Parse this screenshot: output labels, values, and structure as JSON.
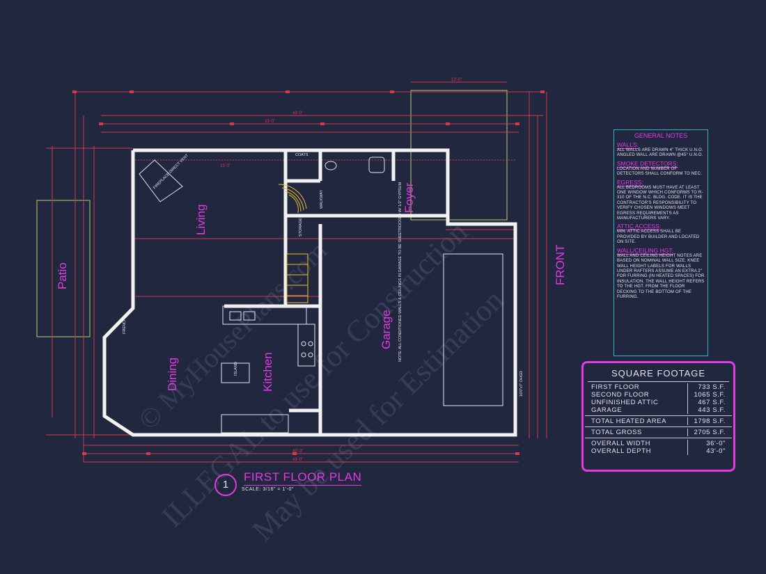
{
  "rooms": {
    "living": "Living",
    "dining": "Dining",
    "kitchen": "Kitchen",
    "garage": "Garage",
    "foyer": "Foyer",
    "patio": "Patio",
    "front": "FRONT"
  },
  "labels": {
    "coats": "COATS",
    "storage": "STORAGE",
    "walkway": "WALKWAY",
    "island": "ISLAND",
    "fireplace": "FIREPLACE DIRECT VENT",
    "garage_door": "16'0\"x7' OHGD",
    "garage_note": "NOTE: ALL CONDITIONED WALLS & CEILINGS IN GARAGE TO BE SHEETROCKED W/ 1/2\" GYPSUM",
    "french": "FRENCH"
  },
  "dimensions": {
    "top_overall": "43'-0\"",
    "top_row2": "33'-0\"",
    "top_right": "13'-0\"",
    "bottom_overall": "43'-0\"",
    "bottom_row": "40'-0\"",
    "left_dim": "15'-0\""
  },
  "watermark": {
    "line1": "© MyHousePlans.com",
    "line2": "ILLEGAL to use for Construction",
    "line3": "May be used for Estimation"
  },
  "notes": {
    "title": "GENERAL NOTES",
    "sections": [
      {
        "heading": "WALLS:",
        "text": "ALL WALLS ARE DRAWN 4\" THICK U.N.O. ANGLED WALL ARE DRAWN @45° U.N.O."
      },
      {
        "heading": "SMOKE DETECTORS:",
        "text": "LOCATION AND NUMBER OF DETECTORS SHALL CONFORM TO NEC."
      },
      {
        "heading": "EGRESS:",
        "text": "ALL BEDROOMS MUST HAVE AT LEAST ONE WINDOW WHICH CONFORMS TO R-310 OF THE N.C. BLDG. CODE. IT IS THE CONTRACTOR'S RESPONSIBILITY TO VERIFY CHOSEN WINDOWS MEET EGRESS REQUIREMENTS AS MANUFACTURERS VARY."
      },
      {
        "heading": "ATTIC ACCESS:",
        "text": "MIN. ATTIC ACCESS SHALL BE PROVIDED BY BUILDER AND LOCATED ON SITE."
      },
      {
        "heading": "WALL/CEILING HGT:",
        "text": "WALL AND CEILING HEIGHT NOTES ARE BASED ON NOMINAL WALL SIZE. KNEE WALL HEIGHT LABELS FOR WALLS UNDER RAFTERS ASSUME AN EXTRA 2\" FOR FURRING (IN HEATED SPACES) FOR INSULATION. THE WALL HEIGHT REFERS TO THE HGT. FROM THE FLOOR DECKING TO THE BOTTOM OF THE FURRING."
      }
    ]
  },
  "square_footage": {
    "title": "SQUARE FOOTAGE",
    "groups": [
      [
        {
          "label": "FIRST FLOOR",
          "value": "733 S.F."
        },
        {
          "label": "SECOND FLOOR",
          "value": "1065 S.F."
        },
        {
          "label": "UNFINISHED ATTIC",
          "value": "467 S.F."
        },
        {
          "label": "GARAGE",
          "value": "443 S.F."
        }
      ],
      [
        {
          "label": "TOTAL HEATED AREA",
          "value": "1798 S.F."
        }
      ],
      [
        {
          "label": "TOTAL GROSS",
          "value": "2705 S.F."
        }
      ],
      [
        {
          "label": "OVERALL WIDTH",
          "value": "36'-0\""
        },
        {
          "label": "OVERALL DEPTH",
          "value": "43'-0\""
        }
      ]
    ]
  },
  "plan_title": {
    "number": "1",
    "title": "FIRST FLOOR PLAN",
    "scale": "SCALE: 3/16\" = 1'-0\""
  },
  "colors": {
    "background": "#222740",
    "wall": "#f2f2f2",
    "dimension": "#d63a4a",
    "label": "#e23be0",
    "note_border": "#2fb6c0"
  }
}
